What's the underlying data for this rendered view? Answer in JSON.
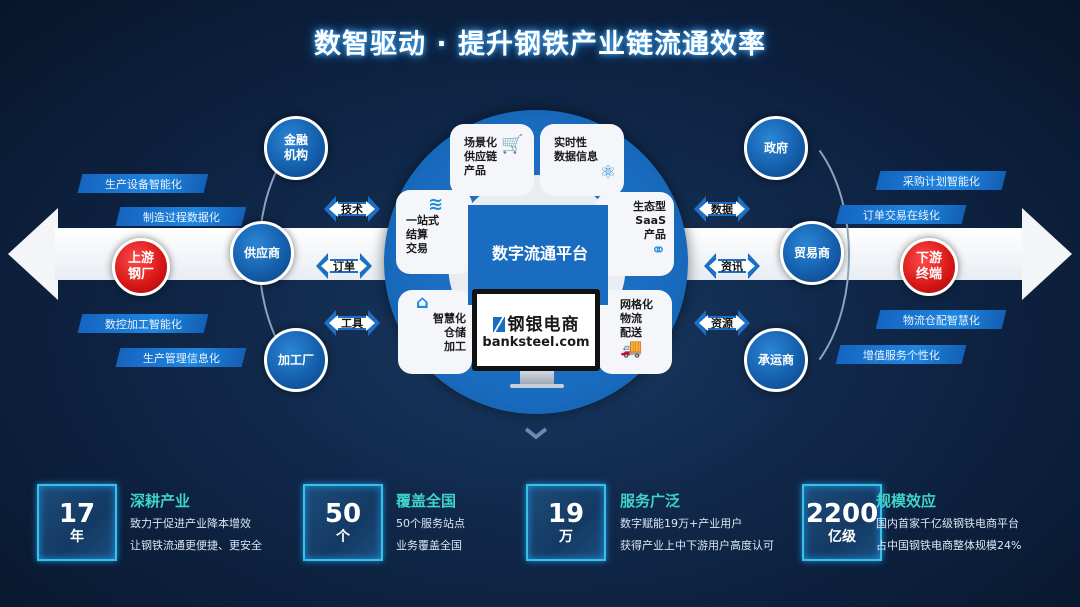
{
  "title": "数智驱动 · 提升钢铁产业链流通效率",
  "upstream": {
    "endpoint": "上游\n钢厂",
    "tags": [
      "生产设备智能化",
      "制造过程数据化",
      "数控加工智能化",
      "生产管理信息化"
    ],
    "nodes": [
      "金融\n机构",
      "供应商",
      "加工厂"
    ],
    "flows": [
      "技术",
      "订单",
      "工具"
    ]
  },
  "downstream": {
    "endpoint": "下游\n终端",
    "tags": [
      "采购计划智能化",
      "订单交易在线化",
      "物流仓配智慧化",
      "增值服务个性化"
    ],
    "nodes": [
      "政府",
      "贸易商",
      "承运商"
    ],
    "flows": [
      "数据",
      "资讯",
      "资源"
    ]
  },
  "platform": {
    "hub_label": "数字流通平台",
    "segments": [
      {
        "label": "场景化\n供应链\n产品",
        "icon": "shopping-cart-icon"
      },
      {
        "label": "实时性\n数据信息",
        "icon": "atom-icon"
      },
      {
        "label": "生态型\nSaaS\n产品",
        "icon": "network-icon"
      },
      {
        "label": "网格化\n物流\n配送",
        "icon": "truck-icon"
      },
      {
        "label": "智慧化\n仓储\n加工",
        "icon": "warehouse-icon"
      },
      {
        "label": "一站式\n结算\n交易",
        "icon": "database-icon"
      }
    ],
    "logo_cn": "钢银电商",
    "logo_en": "banksteel.com"
  },
  "stats": [
    {
      "number": "17",
      "unit": "年",
      "title": "深耕产业",
      "lines": [
        "致力于促进产业降本增效",
        "让钢铁流通更便捷、更安全"
      ]
    },
    {
      "number": "50",
      "unit": "个",
      "title": "覆盖全国",
      "lines": [
        "50个服务站点",
        "业务覆盖全国"
      ]
    },
    {
      "number": "19",
      "unit": "万",
      "title": "服务广泛",
      "lines": [
        "数字赋能19万+产业用户",
        "获得产业上中下游用户高度认可"
      ]
    },
    {
      "number": "2200",
      "unit": "亿级",
      "title": "规模效应",
      "lines": [
        "国内首家千亿级钢铁电商平台",
        "占中国钢铁电商整体规模24%"
      ]
    }
  ],
  "colors": {
    "accent_blue": "#1a6cc0",
    "endpoint_red": "#d51515",
    "stat_title": "#3fd2c7",
    "stat_border": "#38c0e6"
  }
}
